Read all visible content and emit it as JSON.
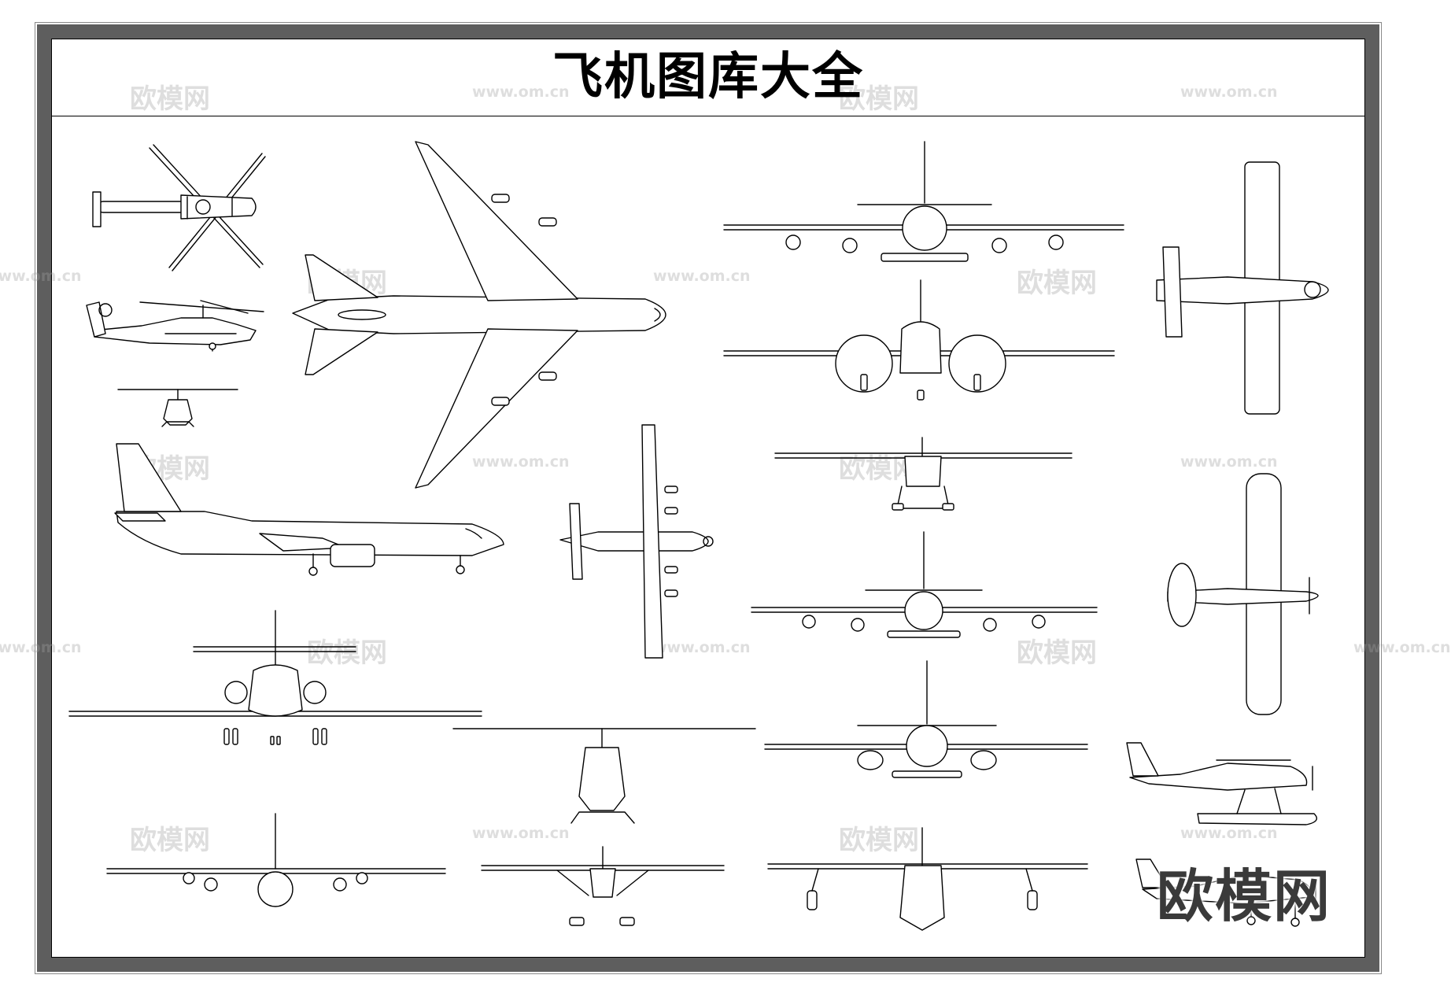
{
  "title": "飞机图库大全",
  "watermarks": [
    {
      "id": "wm-1",
      "text": "欧模网",
      "kind": "cn"
    },
    {
      "id": "wm-2",
      "text": "www.om.cn",
      "kind": "url"
    },
    {
      "id": "wm-3",
      "text": "欧模网",
      "kind": "cn"
    },
    {
      "id": "wm-4",
      "text": "www.om.cn",
      "kind": "url"
    },
    {
      "id": "wm-5",
      "text": "www.om.cn",
      "kind": "url"
    },
    {
      "id": "wm-6",
      "text": "欧模网",
      "kind": "cn"
    },
    {
      "id": "wm-7",
      "text": "www.om.cn",
      "kind": "url"
    },
    {
      "id": "wm-8",
      "text": "欧模网",
      "kind": "cn"
    },
    {
      "id": "wm-9",
      "text": "欧模网",
      "kind": "cn"
    },
    {
      "id": "wm-10",
      "text": "www.om.cn",
      "kind": "url"
    },
    {
      "id": "wm-11",
      "text": "欧模网",
      "kind": "cn"
    },
    {
      "id": "wm-12",
      "text": "www.om.cn",
      "kind": "url"
    },
    {
      "id": "wm-13",
      "text": "www.om.cn",
      "kind": "url"
    },
    {
      "id": "wm-14",
      "text": "欧模网",
      "kind": "cn"
    },
    {
      "id": "wm-15",
      "text": "www.om.cn",
      "kind": "url"
    },
    {
      "id": "wm-16",
      "text": "欧模网",
      "kind": "cn"
    },
    {
      "id": "wm-17",
      "text": "www.om.cn",
      "kind": "url"
    },
    {
      "id": "wm-18",
      "text": "欧模网",
      "kind": "cn"
    },
    {
      "id": "wm-19",
      "text": "www.om.cn",
      "kind": "url"
    },
    {
      "id": "wm-20",
      "text": "欧模网",
      "kind": "cn"
    },
    {
      "id": "wm-21",
      "text": "www.om.cn",
      "kind": "url"
    }
  ],
  "brand_watermark": "欧模网",
  "colors": {
    "frame": "#5e5e5e",
    "line": "#000000",
    "watermark": "#a0a0a0"
  },
  "drawings": [
    {
      "id": "helicopter-top-view",
      "icon": "helicopter-top-icon"
    },
    {
      "id": "attack-helicopter-side-view",
      "icon": "helicopter-side-icon"
    },
    {
      "id": "helicopter-front-view-small",
      "icon": "helicopter-front-icon"
    },
    {
      "id": "jumbo-jet-top-view",
      "icon": "airliner-top-icon"
    },
    {
      "id": "airliner-side-view",
      "icon": "airliner-side-icon"
    },
    {
      "id": "turboprop-transport-top-view",
      "icon": "transport-top-icon"
    },
    {
      "id": "business-jet-front-view",
      "icon": "jet-front-icon"
    },
    {
      "id": "helicopter-front-view",
      "icon": "helicopter-front-icon"
    },
    {
      "id": "transport-front-view",
      "icon": "transport-front-icon"
    },
    {
      "id": "floatplane-front-view",
      "icon": "floatplane-front-icon"
    },
    {
      "id": "jumbo-jet-front-view",
      "icon": "airliner-front-icon"
    },
    {
      "id": "twin-prop-front-view",
      "icon": "twin-prop-front-icon"
    },
    {
      "id": "light-plane-front-view",
      "icon": "light-plane-front-icon"
    },
    {
      "id": "quad-jet-front-view",
      "icon": "airliner-front-icon"
    },
    {
      "id": "twin-jet-front-view",
      "icon": "jet-front-icon"
    },
    {
      "id": "amphibian-front-view",
      "icon": "amphibian-front-icon"
    },
    {
      "id": "light-plane-top-view",
      "icon": "light-plane-top-icon"
    },
    {
      "id": "high-wing-plane-top-view",
      "icon": "light-plane-top-icon"
    },
    {
      "id": "floatplane-side-view",
      "icon": "floatplane-side-icon"
    },
    {
      "id": "light-plane-side-view",
      "icon": "light-plane-side-icon"
    }
  ]
}
